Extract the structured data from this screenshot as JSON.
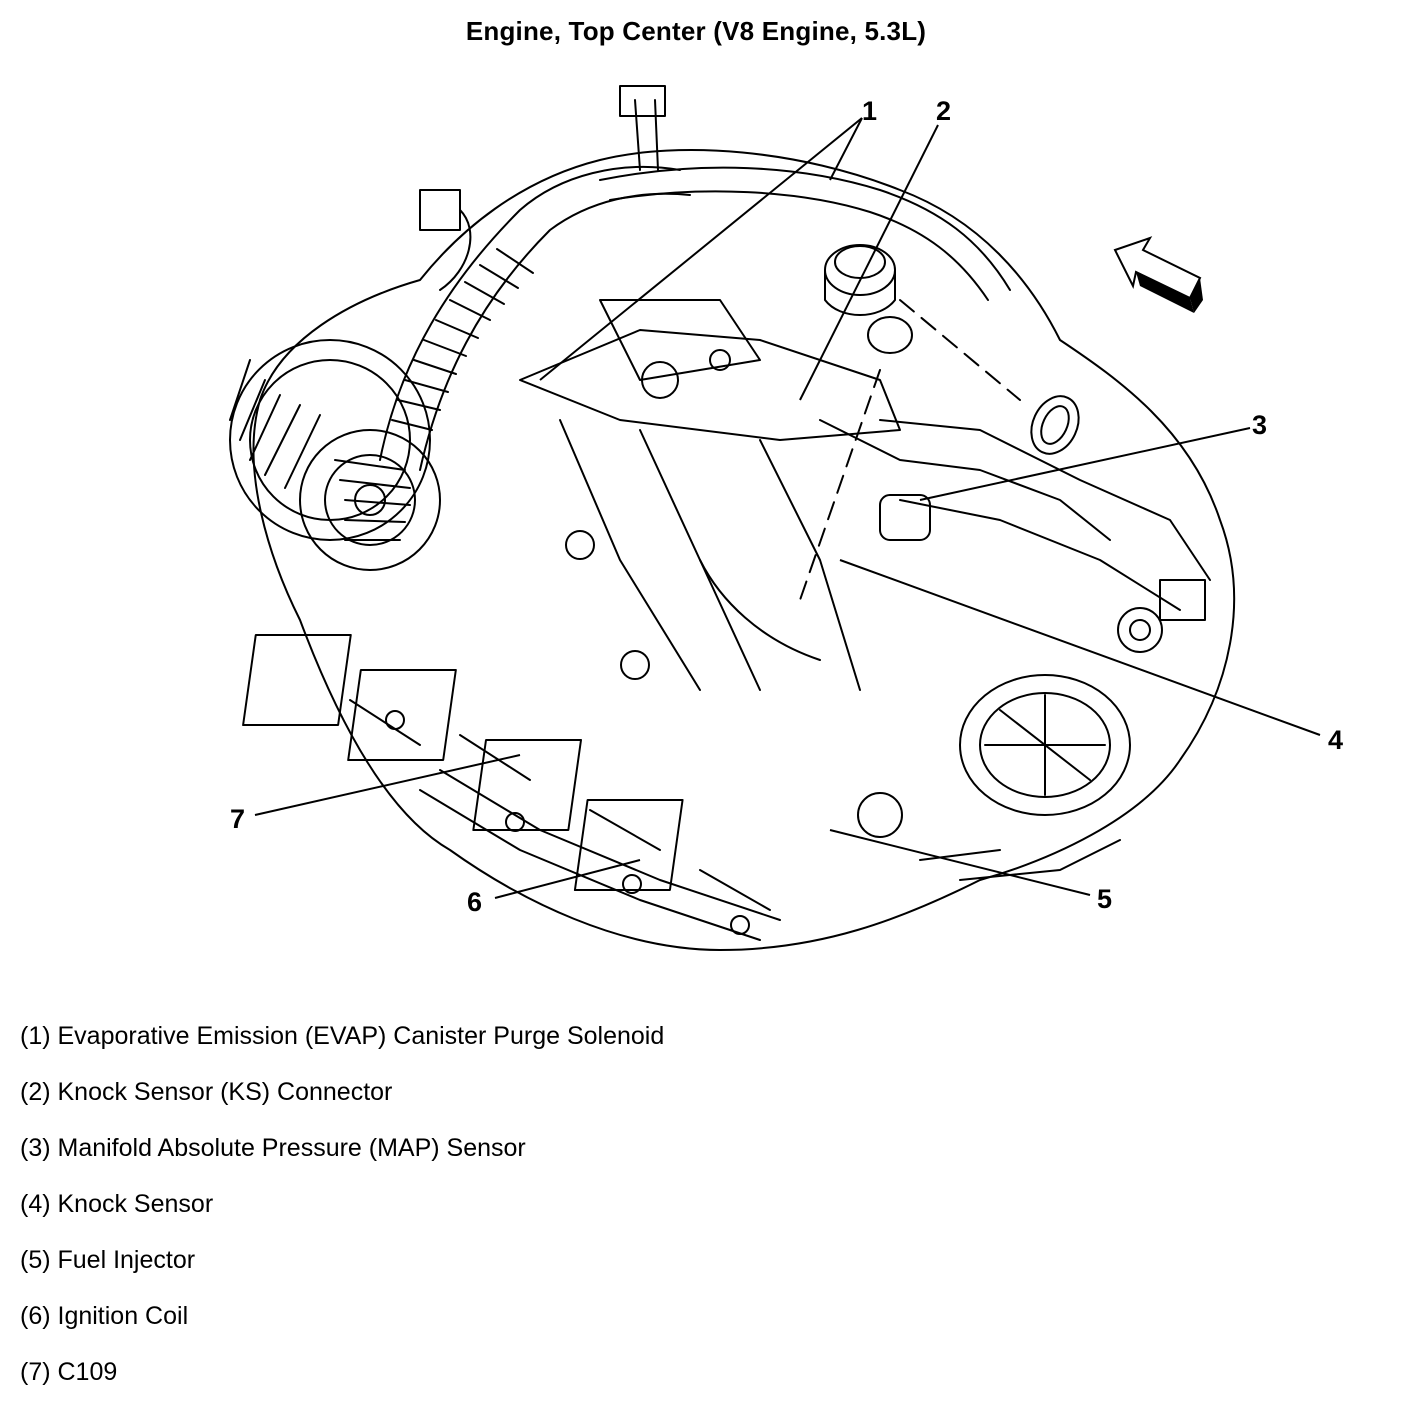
{
  "title": "Engine, Top Center (V8 Engine, 5.3L)",
  "callouts": [
    {
      "number": "1",
      "label": "Evaporative Emission (EVAP) Canister Purge Solenoid"
    },
    {
      "number": "2",
      "label": "Knock Sensor (KS) Connector"
    },
    {
      "number": "3",
      "label": "Manifold Absolute Pressure (MAP) Sensor"
    },
    {
      "number": "4",
      "label": "Knock Sensor"
    },
    {
      "number": "5",
      "label": "Fuel Injector"
    },
    {
      "number": "6",
      "label": "Ignition Coil"
    },
    {
      "number": "7",
      "label": "C109"
    }
  ],
  "legend": [
    "(1) Evaporative Emission (EVAP) Canister Purge Solenoid",
    "(2) Knock Sensor (KS) Connector",
    "(3) Manifold Absolute Pressure (MAP) Sensor",
    "(4) Knock Sensor",
    "(5) Fuel Injector",
    "(6) Ignition Coil",
    "(7) C109"
  ],
  "icons": {
    "direction_arrow": "front-direction-arrow-icon"
  }
}
